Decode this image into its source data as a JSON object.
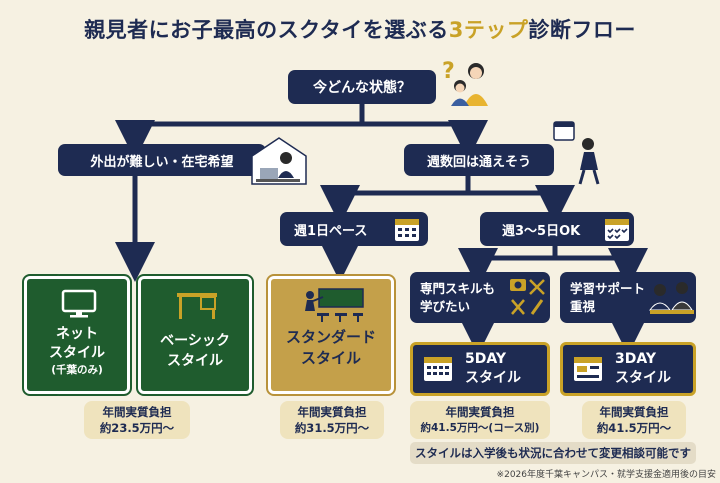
{
  "title": {
    "main": "親見者にお子最高のスクタイを選ぶる",
    "highlight": "3テップ",
    "tail": "診断フロー"
  },
  "nodes": {
    "start": "今どんな状態？",
    "left": "外出が難しい・在宅希望",
    "right": "週数回は通えそう",
    "week1": "週1日ペース",
    "week35": "週3〜5日OK",
    "specialty_line1": "専門スキルも",
    "specialty_line2": "学びたい",
    "support_line1": "学習サポート",
    "support_line2": "重視"
  },
  "cards": {
    "net_line1": "ネット",
    "net_line2": "スタイル",
    "net_sub": "(千葉のみ)",
    "basic_line1": "ベーシック",
    "basic_line2": "スタイル",
    "standard_line1": "スタンダード",
    "standard_line2": "スタイル",
    "fiveday_line1": "5DAY",
    "fiveday_line2": "スタイル",
    "threeday_line1": "3DAY",
    "threeday_line2": "スタイル"
  },
  "costs": {
    "net_basic_line1": "年間実質負担",
    "net_basic_line2": "約23.5万円〜",
    "standard_line1": "年間実質負担",
    "standard_line2": "約31.5万円〜",
    "fiveday_line1": "年間実質負担",
    "fiveday_line2": "約41.5万円〜(コース別)",
    "threeday_line1": "年間実質負担",
    "threeday_line2": "約41.5万円〜"
  },
  "note": "スタイルは入学後も状況に合わせて変更相談可能です",
  "footnote": "※2026年度千葉キャンパス・就学支援金適用後の目安",
  "colors": {
    "navy": "#1e2b52",
    "gold": "#c9a227",
    "green": "#1f5c2e",
    "background": "#f6f1e2"
  },
  "icons": [
    "question-icon",
    "parent-child-icon",
    "home-study-icon",
    "calendar-icon",
    "walking-student-icon",
    "monitor-icon",
    "desk-icon",
    "classroom-icon",
    "camera-icon",
    "tools-icon",
    "tutor-icon",
    "schedule-icon"
  ]
}
